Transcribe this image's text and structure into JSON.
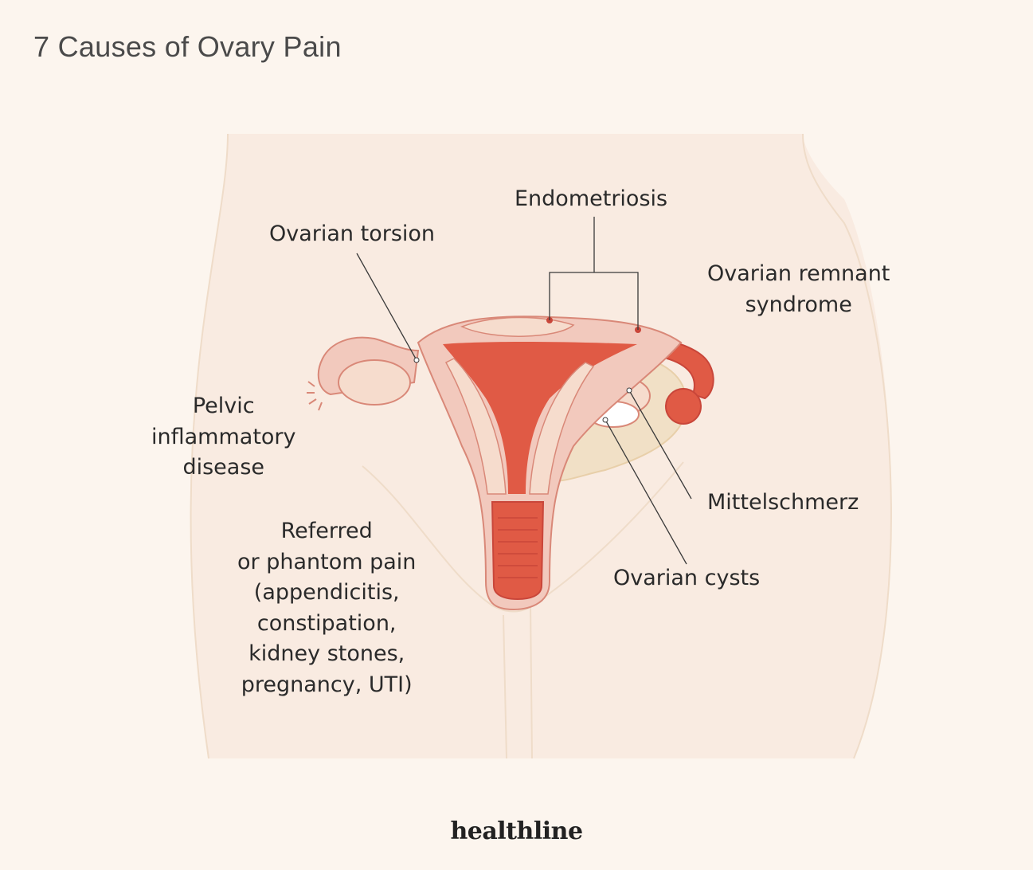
{
  "title": "7 Causes of Ovary Pain",
  "labels": {
    "endometriosis": "Endometriosis",
    "ovarian_torsion": "Ovarian torsion",
    "ovarian_remnant": [
      "Ovarian remnant",
      "syndrome"
    ],
    "pid": [
      "Pelvic",
      "inflammatory",
      "disease"
    ],
    "referred": [
      "Referred",
      "or phantom pain",
      "(appendicitis,",
      "constipation,",
      "kidney stones,",
      "pregnancy, UTI)"
    ],
    "mittelschmerz": "Mittelschmerz",
    "ovarian_cysts": "Ovarian cysts"
  },
  "brand": "healthline",
  "colors": {
    "background": "#fcf5ee",
    "body": "#f9ebe1",
    "outline": "#efdcc9",
    "uterus_outer": "#f2c9bd",
    "uterus_inner": "#e05a45",
    "cavity": "#f1e0c6"
  }
}
